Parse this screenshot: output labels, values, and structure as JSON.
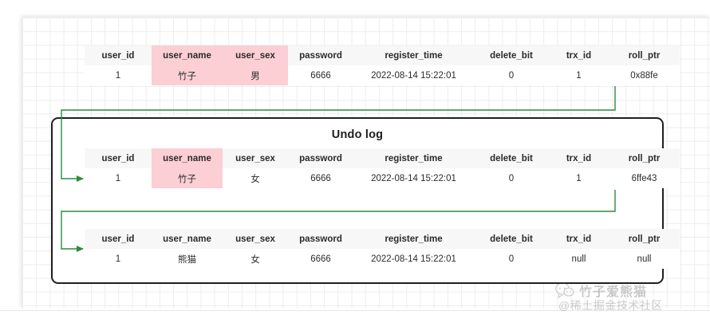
{
  "canvas": {
    "background_color": "#ffffff",
    "grid_color": "#ededed"
  },
  "undo_log": {
    "title": "Undo log",
    "border_color": "#1f1f1f"
  },
  "colors": {
    "highlight_pink": "#fbcfd4",
    "system_column_gray": "#dedede",
    "arrow_green": "#2d8a3e",
    "table_border": "#5a5a5a"
  },
  "columns": {
    "visible": [
      "user_id",
      "user_name",
      "user_sex",
      "password",
      "register_time"
    ],
    "system": [
      "delete_bit",
      "trx_id",
      "roll_ptr"
    ]
  },
  "headers": {
    "user_id": "user_id",
    "user_name": "user_name",
    "user_sex": "user_sex",
    "password": "password",
    "register_time": "register_time",
    "delete_bit": "delete_bit",
    "trx_id": "trx_id",
    "roll_ptr": "roll_ptr"
  },
  "tables": [
    {
      "name": "current-record",
      "highlight": [
        "user_name",
        "user_sex"
      ],
      "row": {
        "user_id": "1",
        "user_name": "竹子",
        "user_sex": "男",
        "password": "6666",
        "register_time": "2022-08-14 15:22:01",
        "delete_bit": "0",
        "trx_id": "1",
        "roll_ptr": "0x88fe"
      }
    },
    {
      "name": "undo-version-1",
      "highlight": [
        "user_name"
      ],
      "row": {
        "user_id": "1",
        "user_name": "竹子",
        "user_sex": "女",
        "password": "6666",
        "register_time": "2022-08-14 15:22:01",
        "delete_bit": "0",
        "trx_id": "1",
        "roll_ptr": "6ffe43"
      }
    },
    {
      "name": "undo-version-2",
      "highlight": [],
      "row": {
        "user_id": "1",
        "user_name": "熊猫",
        "user_sex": "女",
        "password": "6666",
        "register_time": "2022-08-14 15:22:01",
        "delete_bit": "0",
        "trx_id": "null",
        "roll_ptr": "null"
      }
    }
  ],
  "watermark": {
    "line1": "竹子爱熊猫",
    "line2": "@稀土掘金技术社区"
  }
}
